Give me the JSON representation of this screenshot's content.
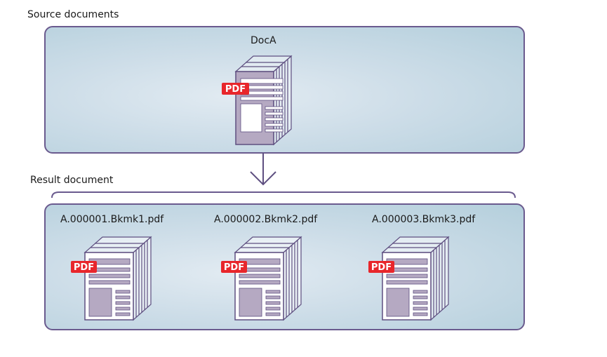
{
  "source_section": {
    "heading": "Source documents",
    "document": {
      "name": "DocA",
      "badge": "PDF",
      "icon": "pdf-document-icon"
    }
  },
  "result_section": {
    "heading": "Result document",
    "documents": [
      {
        "name": "A.000001.Bkmk1.pdf",
        "badge": "PDF",
        "icon": "pdf-document-icon"
      },
      {
        "name": "A.000002.Bkmk2.pdf",
        "badge": "PDF",
        "icon": "pdf-document-icon"
      },
      {
        "name": "A.000003.Bkmk3.pdf",
        "badge": "PDF",
        "icon": "pdf-document-icon"
      }
    ]
  },
  "connector": {
    "icon": "arrow-down-icon"
  },
  "colors": {
    "border": "#6a5a8e",
    "page_fill_source": "#b5a9c2",
    "page_fill_result": "#ffffff",
    "badge": "#e8262b"
  }
}
